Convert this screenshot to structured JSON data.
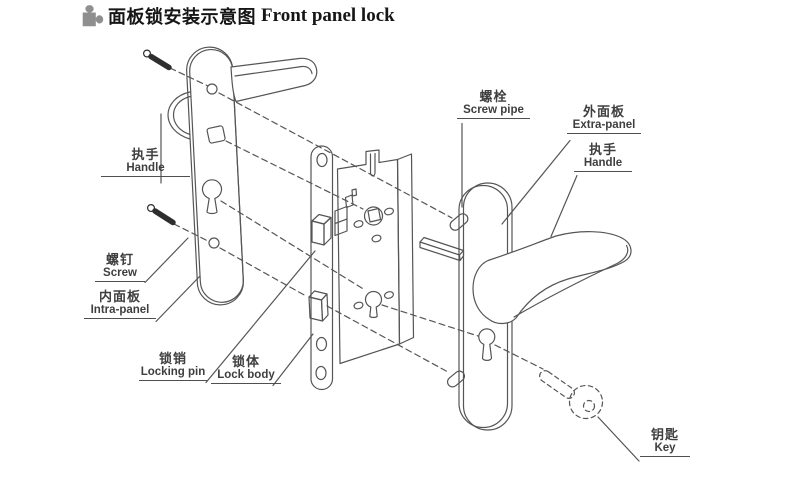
{
  "title": {
    "zh": "面板锁安装示意图",
    "en": "Front panel lock"
  },
  "labels": {
    "handle_left": {
      "zh": "执手",
      "en": "Handle"
    },
    "screw": {
      "zh": "螺钉",
      "en": "Screw"
    },
    "intra_panel": {
      "zh": "内面板",
      "en": "Intra-panel"
    },
    "locking_pin": {
      "zh": "锁销",
      "en": "Locking pin"
    },
    "lock_body": {
      "zh": "锁体",
      "en": "Lock body"
    },
    "screw_pipe": {
      "zh": "螺栓",
      "en": "Screw pipe"
    },
    "extra_panel": {
      "zh": "外面板",
      "en": "Extra-panel"
    },
    "handle_right": {
      "zh": "执手",
      "en": "Handle"
    },
    "key": {
      "zh": "钥匙",
      "en": "Key"
    }
  },
  "colors": {
    "line": "#555555",
    "text": "#3f3f3f",
    "title_text": "#161616",
    "icon_gray": "#8f8f8f",
    "background": "#ffffff"
  }
}
